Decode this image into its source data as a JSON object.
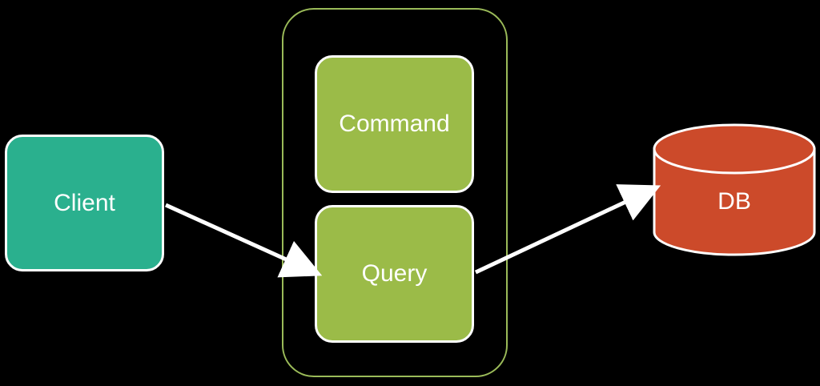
{
  "nodes": {
    "client": {
      "label": "Client",
      "fill": "#2ab08e"
    },
    "command": {
      "label": "Command",
      "fill": "#9bbb48"
    },
    "query": {
      "label": "Query",
      "fill": "#9bbb48"
    },
    "db": {
      "label": "DB",
      "fill": "#cc4a2a"
    }
  },
  "colors": {
    "background": "#000000",
    "group_border": "#9bbb59",
    "arrow": "#ffffff"
  }
}
